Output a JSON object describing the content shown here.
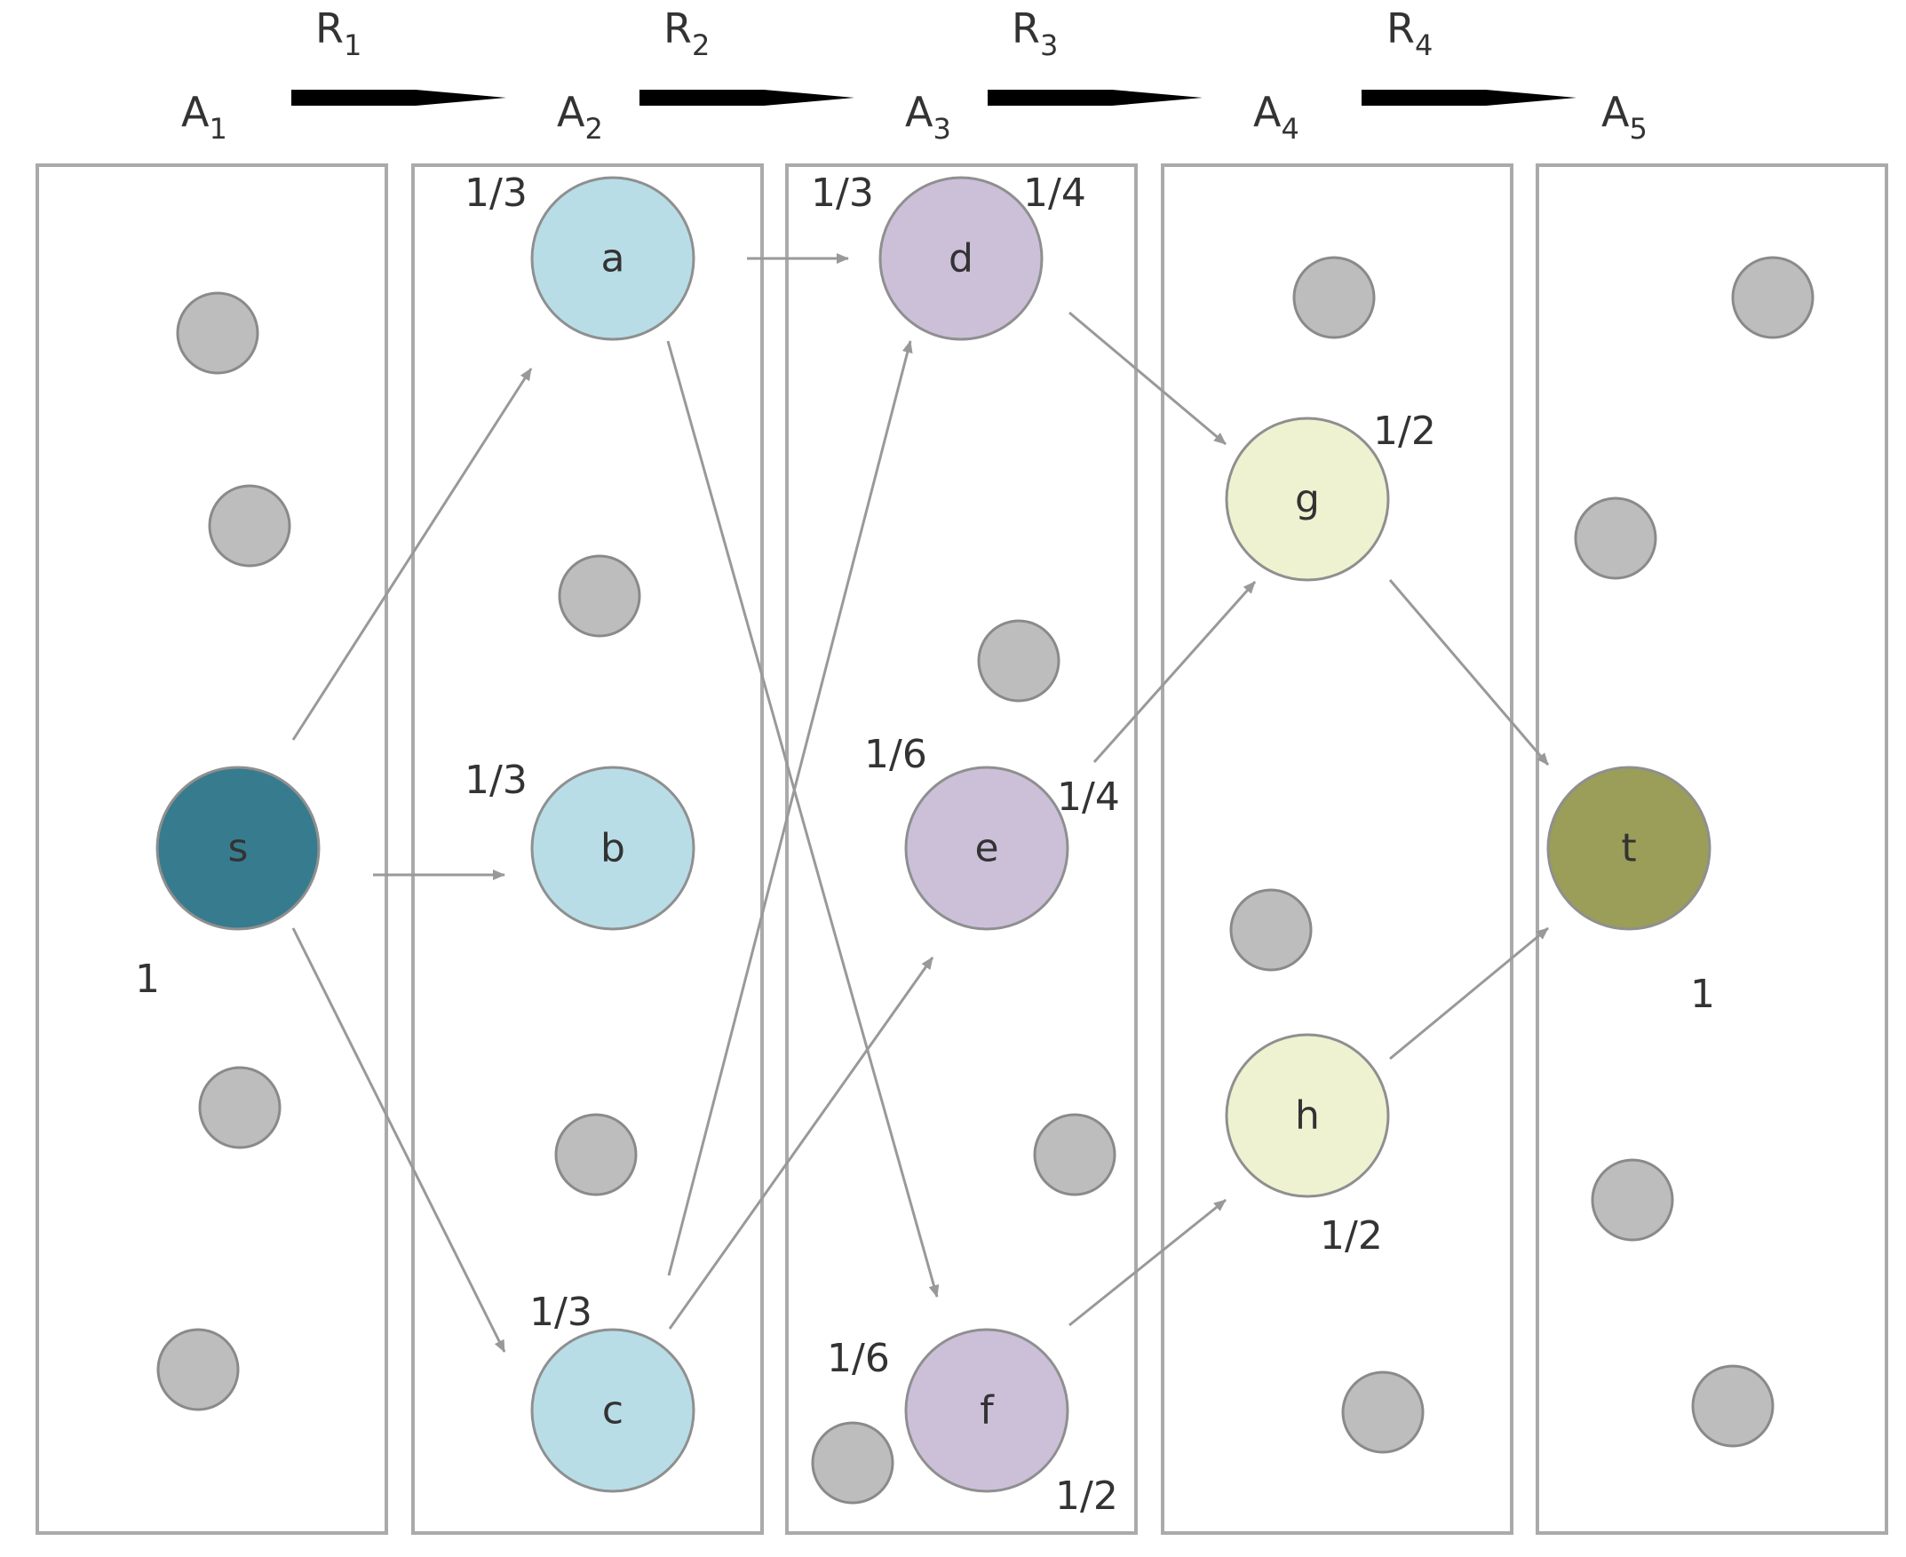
{
  "columns": [
    {
      "id": "A1",
      "base": "A",
      "sub": "1"
    },
    {
      "id": "A2",
      "base": "A",
      "sub": "2"
    },
    {
      "id": "A3",
      "base": "A",
      "sub": "3"
    },
    {
      "id": "A4",
      "base": "A",
      "sub": "4"
    },
    {
      "id": "A5",
      "base": "A",
      "sub": "5"
    }
  ],
  "relations": [
    {
      "id": "R1",
      "base": "R",
      "sub": "1"
    },
    {
      "id": "R2",
      "base": "R",
      "sub": "2"
    },
    {
      "id": "R3",
      "base": "R",
      "sub": "3"
    },
    {
      "id": "R4",
      "base": "R",
      "sub": "4"
    }
  ],
  "nodes": {
    "s": {
      "label": "s",
      "color": "#367c8e"
    },
    "a": {
      "label": "a",
      "color": "#b8dde7"
    },
    "b": {
      "label": "b",
      "color": "#b8dde7"
    },
    "c": {
      "label": "c",
      "color": "#b8dde7"
    },
    "d": {
      "label": "d",
      "color": "#ccc0d9"
    },
    "e": {
      "label": "e",
      "color": "#ccc0d9"
    },
    "f": {
      "label": "f",
      "color": "#ccc0d9"
    },
    "g": {
      "label": "g",
      "color": "#eef2d0"
    },
    "h": {
      "label": "h",
      "color": "#eef2d0"
    },
    "t": {
      "label": "t",
      "color": "#9a9e58"
    }
  },
  "probabilities": {
    "s": "1",
    "a": "1/3",
    "b": "1/3",
    "c": "1/3",
    "d_in": "1/3",
    "d_out": "1/4",
    "e_in": "1/6",
    "e_out": "1/4",
    "f_in": "1/6",
    "f_out": "1/2",
    "g": "1/2",
    "h": "1/2",
    "t": "1"
  },
  "edges": [
    {
      "from": "s",
      "to": "a"
    },
    {
      "from": "s",
      "to": "b"
    },
    {
      "from": "s",
      "to": "c"
    },
    {
      "from": "a",
      "to": "d"
    },
    {
      "from": "a",
      "to": "f"
    },
    {
      "from": "c",
      "to": "d"
    },
    {
      "from": "c",
      "to": "e"
    },
    {
      "from": "d",
      "to": "g"
    },
    {
      "from": "e",
      "to": "g"
    },
    {
      "from": "f",
      "to": "h"
    },
    {
      "from": "g",
      "to": "t"
    },
    {
      "from": "h",
      "to": "t"
    }
  ],
  "colors": {
    "unlabeled_node": "#bdbdbd",
    "edge": "#999999",
    "frame": "#aaaaaa"
  }
}
